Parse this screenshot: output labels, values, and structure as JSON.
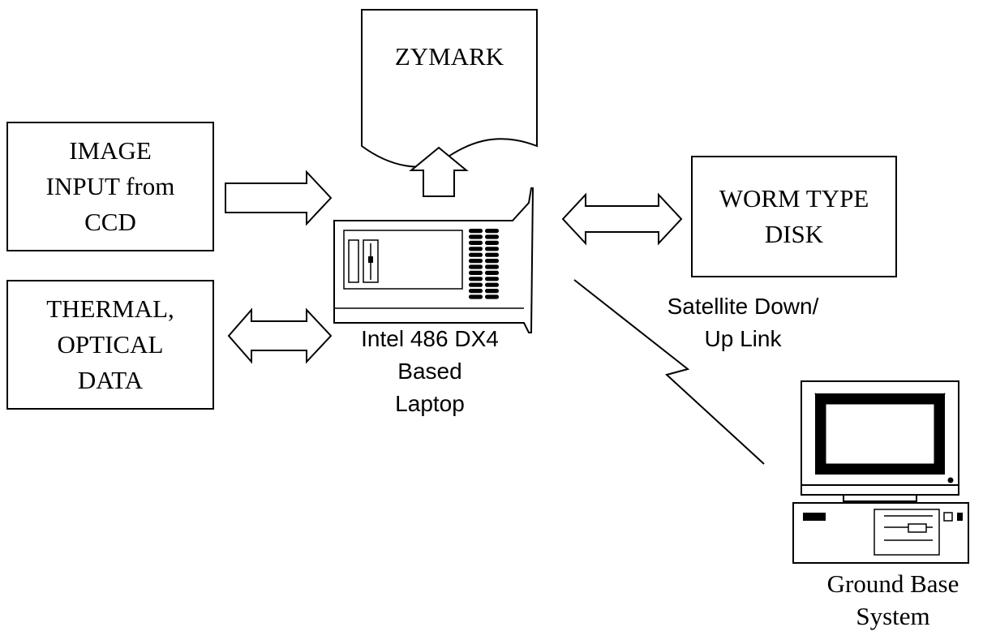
{
  "nodes": {
    "zymark": {
      "label": "ZYMARK"
    },
    "image_input": {
      "lines": [
        "IMAGE",
        "INPUT from",
        "CCD"
      ]
    },
    "thermal_optical": {
      "lines": [
        "THERMAL,",
        "OPTICAL",
        "DATA"
      ]
    },
    "worm_disk": {
      "lines": [
        "WORM TYPE",
        "DISK"
      ]
    },
    "laptop": {
      "lines": [
        "Intel 486 DX4",
        "Based",
        "Laptop"
      ]
    },
    "ground_base": {
      "lines": [
        "Ground Base",
        "System"
      ]
    }
  },
  "links": {
    "satellite": {
      "lines": [
        "Satellite Down/",
        "Up Link"
      ]
    }
  }
}
